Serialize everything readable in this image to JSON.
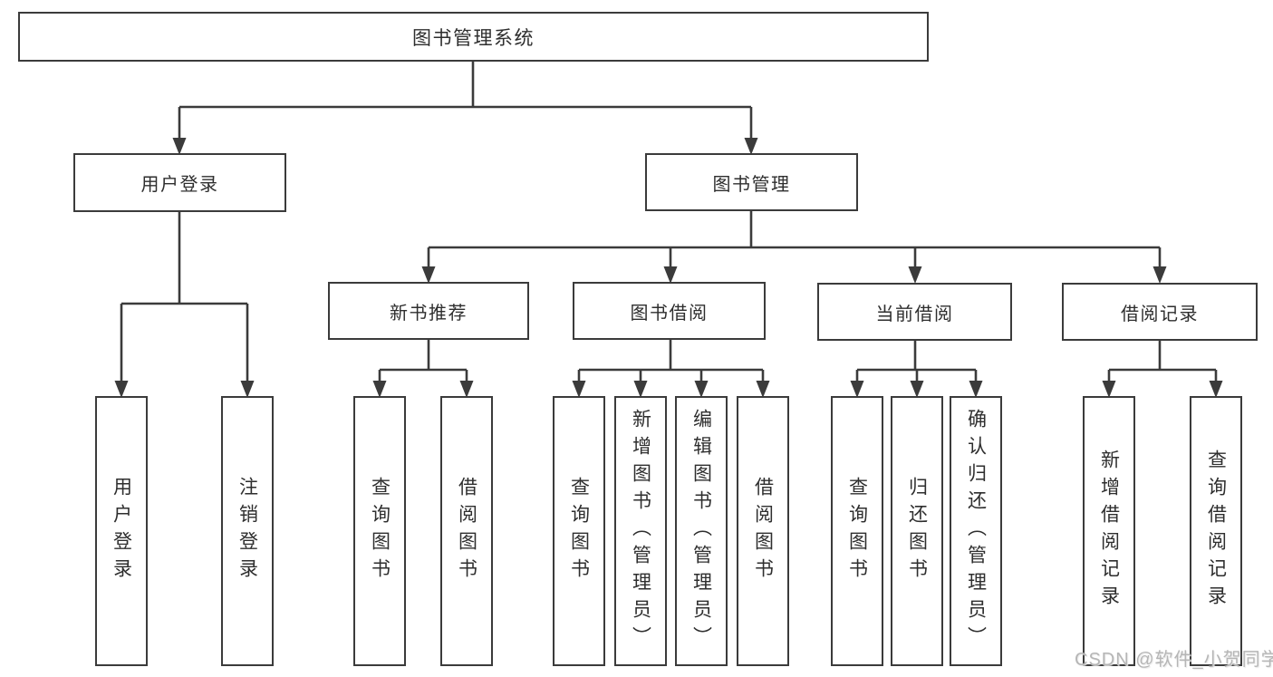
{
  "diagram_title": "图书管理系统",
  "colors": {
    "line": "#3b3b3b",
    "box_background": "#ffffff",
    "text": "#2e2e2e",
    "watermark": "#b6b6b6"
  },
  "nodes": [
    {
      "id": "root",
      "label": "图书管理系统",
      "parent": null
    },
    {
      "id": "user-login",
      "label": "用户登录",
      "parent": "root"
    },
    {
      "id": "book-management",
      "label": "图书管理",
      "parent": "root"
    },
    {
      "id": "new-book-recommend",
      "label": "新书推荐",
      "parent": "book-management"
    },
    {
      "id": "book-borrowing",
      "label": "图书借阅",
      "parent": "book-management"
    },
    {
      "id": "current-borrowing",
      "label": "当前借阅",
      "parent": "book-management"
    },
    {
      "id": "borrowing-records",
      "label": "借阅记录",
      "parent": "book-management"
    },
    {
      "id": "user-login-action",
      "label": "用户登录",
      "parent": "user-login"
    },
    {
      "id": "logout-action",
      "label": "注销登录",
      "parent": "user-login"
    },
    {
      "id": "query-books-recommend",
      "label": "查询图书",
      "parent": "new-book-recommend"
    },
    {
      "id": "borrow-books-recommend",
      "label": "借阅图书",
      "parent": "new-book-recommend"
    },
    {
      "id": "query-books-borrowing",
      "label": "查询图书",
      "parent": "book-borrowing"
    },
    {
      "id": "add-books-admin",
      "label": "新增图书（管理员）",
      "parent": "book-borrowing"
    },
    {
      "id": "edit-books-admin",
      "label": "编辑图书（管理员）",
      "parent": "book-borrowing"
    },
    {
      "id": "borrow-books-borrowing",
      "label": "借阅图书",
      "parent": "book-borrowing"
    },
    {
      "id": "query-books-current",
      "label": "查询图书",
      "parent": "current-borrowing"
    },
    {
      "id": "return-books",
      "label": "归还图书",
      "parent": "current-borrowing"
    },
    {
      "id": "confirm-return-admin",
      "label": "确认归还（管理员）",
      "parent": "current-borrowing"
    },
    {
      "id": "add-borrow-record",
      "label": "新增借阅记录",
      "parent": "borrowing-records"
    },
    {
      "id": "query-borrow-record",
      "label": "查询借阅记录",
      "parent": "borrowing-records"
    }
  ],
  "watermark": {
    "text": "CSDN @软件_小贺同学"
  }
}
